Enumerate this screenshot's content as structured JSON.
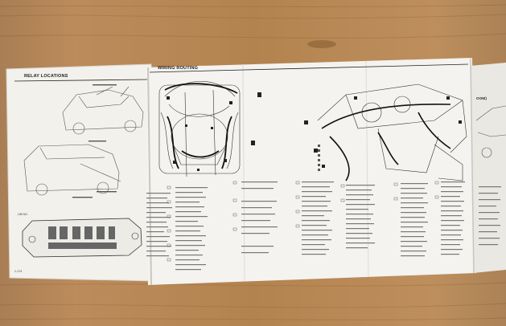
{
  "page": {
    "left_heading": "RELAY LOCATIONS",
    "center_heading": "WIRING ROUTING",
    "right_fragment": "OOM)",
    "box_label": "L/B NO.",
    "page_number": "1-174"
  },
  "colors": {
    "wood": "#b8885a",
    "paper": "#f3f2ee",
    "ink": "#222222"
  }
}
